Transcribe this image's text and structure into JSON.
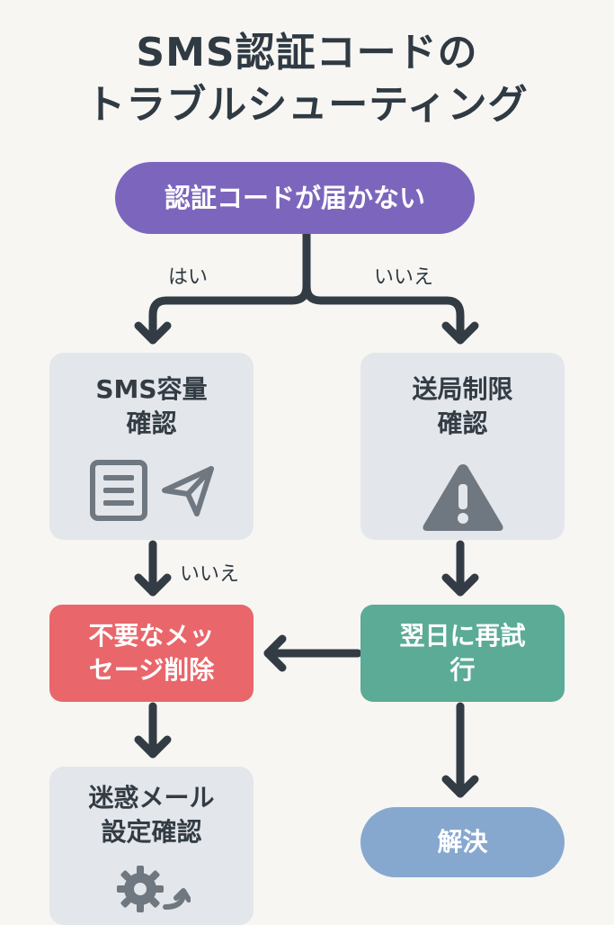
{
  "title": {
    "line1": "SMS認証コードの",
    "line2": "トラブルシューティング"
  },
  "nodes": {
    "start": "認証コードが届かない",
    "sms_capacity": {
      "line1": "SMS容量",
      "line2": "確認"
    },
    "send_limit": {
      "line1": "送局制限",
      "line2": "確認"
    },
    "delete_messages": {
      "line1": "不要なメッ",
      "line2": "セージ削除"
    },
    "retry_next_day": {
      "line1": "翌日に再試",
      "line2": "行"
    },
    "spam_settings": {
      "line1": "迷惑メール",
      "line2": "設定確認"
    },
    "resolved": "解決"
  },
  "edge_labels": {
    "yes": "はい",
    "no_right": "いいえ",
    "no_left": "いいえ"
  },
  "icons": {
    "sms_capacity": [
      "document-icon",
      "send-icon"
    ],
    "send_limit": "warning-icon",
    "spam_settings": "gear-refresh-icon"
  },
  "colors": {
    "start": "#7c66bd",
    "check_box": "#e3e6ea",
    "delete_box": "#e9666a",
    "retry_box": "#5bab96",
    "resolved": "#86a8cf",
    "connector": "#333c44"
  }
}
